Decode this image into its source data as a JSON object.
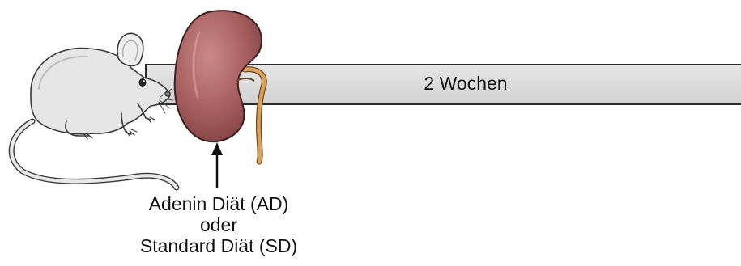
{
  "timeline": {
    "duration_label": "2 Wochen"
  },
  "diet_label": {
    "line1": "Adenin Diät (AD)",
    "line2": "oder",
    "line3": "Standard Diät (SD)"
  },
  "icons": {
    "mouse": "mouse-icon",
    "kidney": "kidney-icon",
    "arrow": "arrow-up-icon"
  },
  "colors": {
    "bar_fill": "#dcdcdc",
    "bar_stroke": "#2a2a2a",
    "kidney": "#a25a5c",
    "ureter": "#d9a25a",
    "mouse_fur": "#e6e6e6"
  }
}
